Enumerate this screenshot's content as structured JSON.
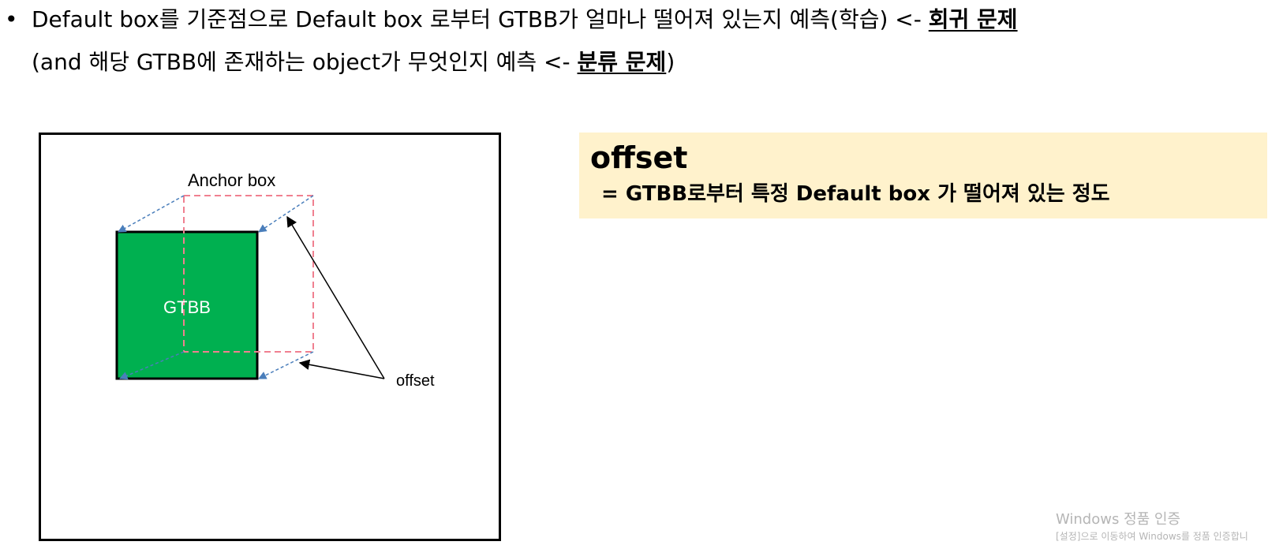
{
  "header": {
    "line1": {
      "prefix": "Default box를 기준점으로 Default box 로부터 GTBB가 얼마나 떨어져 있는지 예측(학습) <- ",
      "emphasis": "회귀 문제"
    },
    "line2": {
      "prefix": "(and 해당 GTBB에 존재하는 object가 무엇인지 예측 <- ",
      "emphasis": "분류 문제",
      "suffix": ")"
    }
  },
  "diagram": {
    "anchor_label": "Anchor box",
    "gtbb_label": "GTBB",
    "offset_label": "offset",
    "colors": {
      "gtbb_fill": "#00b050",
      "anchor_stroke": "#f08090",
      "guide_stroke": "#4a7ebb",
      "frame_stroke": "#000000"
    }
  },
  "callout": {
    "title": "offset",
    "definition": "= GTBB로부터 특정 Default box 가 떨어져 있는 정도",
    "background": "#fff2cc"
  },
  "watermark": {
    "title": "Windows 정품 인증",
    "subtitle": "[설정]으로 이동하여 Windows를 정품 인증합니"
  }
}
